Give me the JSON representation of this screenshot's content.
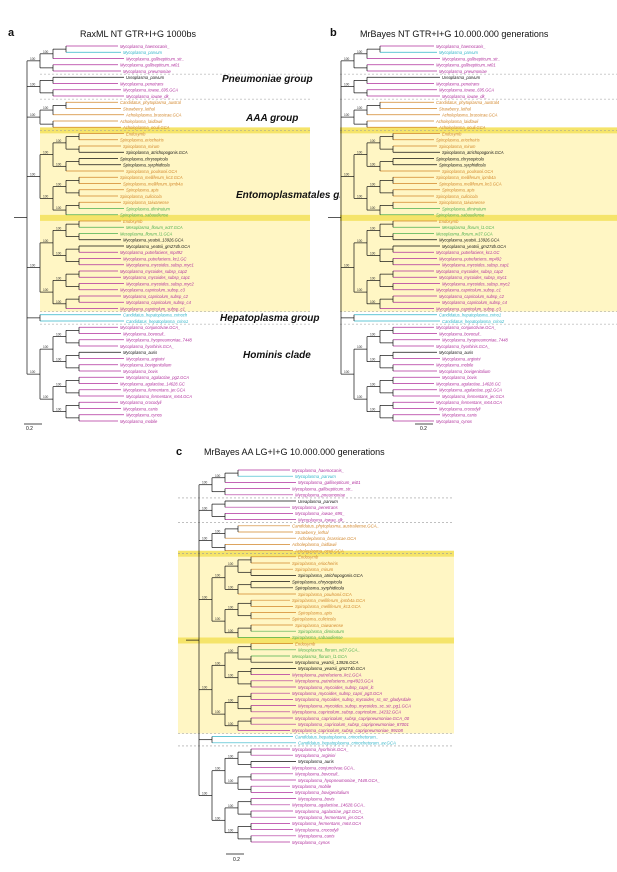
{
  "colors": {
    "black": "#111111",
    "magenta": "#b1309d",
    "cyan": "#2fb4c8",
    "orange": "#d2862a",
    "green": "#4caf50",
    "pink": "#d66fb8",
    "band": "#f5e46a",
    "band_fill": "#fff6c4",
    "divider": "#9a9a9a"
  },
  "panels": {
    "a": {
      "letter": "a",
      "title": "RaxML NT GTR+I+G 1000bs",
      "scale": "0.2",
      "groups": {
        "pneumoniae": "Pneumoniae group",
        "aaa": "AAA group",
        "entomo": "Entomoplasmatales group",
        "hepato": "Hepatoplasma group",
        "hominis": "Hominis clade"
      }
    },
    "b": {
      "letter": "b",
      "title": "MrBayes NT GTR+I+G 10.000.000 generations",
      "scale": "0.2"
    },
    "c": {
      "letter": "c",
      "title": "MrBayes AA LG+I+G 10.000.000 generations",
      "scale": "0.2"
    }
  },
  "taxa_a": [
    [
      "Mycoplasma_haemocanis_",
      "magenta"
    ],
    [
      "Mycoplasma_parvum",
      "cyan"
    ],
    [
      "Mycoplasma_gallisepticum_str_",
      "magenta"
    ],
    [
      "Mycoplasma_gallisepticum_wi01",
      "magenta"
    ],
    [
      "Mycoplasma_pneumoniae",
      "magenta"
    ],
    [
      "Ureaplasma_parvum",
      "black"
    ],
    [
      "Mycoplasma_penetrans",
      "magenta"
    ],
    [
      "Mycoplasma_iowae_695.GCA",
      "magenta"
    ],
    [
      "Mycoplasma_iowae_dk_",
      "magenta"
    ],
    [
      "Candidatus_phytoplasma_austral",
      "orange"
    ],
    [
      "Strawberry_lethal",
      "orange"
    ],
    [
      "Acholeplasma_brassicae.GCA",
      "orange"
    ],
    [
      "Acholeplasma_laidlawii",
      "orange"
    ],
    [
      "Acholeplasma_oculi.GCA",
      "orange"
    ],
    [
      "Endosymb",
      "orange"
    ],
    [
      "Spiroplasma_eriocheiris",
      "orange"
    ],
    [
      "Spiroplasma_mirum",
      "orange"
    ],
    [
      "Spiroplasma_atrichopogonis.GCA",
      "black"
    ],
    [
      "Spiroplasma_chrysopicola",
      "black"
    ],
    [
      "Spiroplasma_syrphidicola",
      "black"
    ],
    [
      "Spiroplasma_poulsonii.GCA",
      "orange"
    ],
    [
      "Spiroplasma_melliferum_kc3.GCA",
      "orange"
    ],
    [
      "Spiroplasma_melliferum_ipmb4a",
      "orange"
    ],
    [
      "Spiroplasma_apis",
      "orange"
    ],
    [
      "Spiroplasma_culicicola",
      "orange"
    ],
    [
      "Spiroplasma_taiwanense",
      "orange"
    ],
    [
      "Spiroplasma_diminutum",
      "green"
    ],
    [
      "Spiroplasma_sabaudiense",
      "green"
    ],
    [
      "Endosymb",
      "orange"
    ],
    [
      "Mesoplasma_florum_w37.GCA",
      "green"
    ],
    [
      "Mesoplasma_florum_l1.GCA",
      "green"
    ],
    [
      "Mycoplasma_yeatsii_13926.GCA",
      "black"
    ],
    [
      "Mycoplasma_yeatsii_gm274b.GCA",
      "black"
    ],
    [
      "Mycoplasma_putrefaciens_mp492",
      "magenta"
    ],
    [
      "Mycoplasma_putrefaciens_kс1.GC",
      "magenta"
    ],
    [
      "Mycoplasma_mycoides_subsp_myc1",
      "magenta"
    ],
    [
      "Mycoplasma_mycoides_subsp_cap2",
      "magenta"
    ],
    [
      "Mycoplasma_mycoides_subsp_cap1",
      "magenta"
    ],
    [
      "Mycoplasma_mycoides_subsp_myc2",
      "magenta"
    ],
    [
      "Mycoplasma_capricolum_subsp_c3",
      "magenta"
    ],
    [
      "Mycoplasma_capricolum_subsp_c2",
      "magenta"
    ],
    [
      "Mycoplasma_capricolum_subsp_c4",
      "magenta"
    ],
    [
      "Mycoplasma_capricolum_subsp_c1",
      "magenta"
    ],
    [
      "Candidatus_hepatoplasma_crinoch",
      "cyan"
    ],
    [
      "Candidatus_hepatoplasma_crino1",
      "cyan"
    ],
    [
      "Mycoplasma_conjunctivae.GCA_",
      "magenta"
    ],
    [
      "Mycoplasma_bovoculi_",
      "magenta"
    ],
    [
      "Mycoplasma_hyopneumoniae_7448",
      "magenta"
    ],
    [
      "Mycoplasma_hyorhinis.GCA_",
      "magenta"
    ],
    [
      "Mycoplasma_auris",
      "black"
    ],
    [
      "Mycoplasma_arginini",
      "magenta"
    ],
    [
      "Mycoplasma_bovigenitalium",
      "magenta"
    ],
    [
      "Mycoplasma_bovis",
      "magenta"
    ],
    [
      "Mycoplasma_agalactiae_pg2.GCA",
      "magenta"
    ],
    [
      "Mycoplasma_agalactiae_14628.GC",
      "magenta"
    ],
    [
      "Mycoplasma_fermentans_jer.GCA",
      "magenta"
    ],
    [
      "Mycoplasma_fermentans_m64.GCA",
      "magenta"
    ],
    [
      "Mycoplasma_crocodyli",
      "magenta"
    ],
    [
      "Mycoplasma_canis",
      "magenta"
    ],
    [
      "Mycoplasma_cynos",
      "magenta"
    ],
    [
      "Mycoplasma_mobile",
      "magenta"
    ]
  ],
  "taxa_b": [
    [
      "Mycoplasma_haemocanis_",
      "magenta"
    ],
    [
      "Mycoplasma_parvum",
      "cyan"
    ],
    [
      "Mycoplasma_gallisepticum_str_",
      "magenta"
    ],
    [
      "Mycoplasma_gallisepticum_wi01",
      "magenta"
    ],
    [
      "Mycoplasma_pneumoniae",
      "magenta"
    ],
    [
      "Ureaplasma_parvum",
      "black"
    ],
    [
      "Mycoplasma_penetrans",
      "magenta"
    ],
    [
      "Mycoplasma_iowae_695.GCA",
      "magenta"
    ],
    [
      "Mycoplasma_iowae_dk_",
      "magenta"
    ],
    [
      "Candidatus_phytoplasma_austral4",
      "orange"
    ],
    [
      "Strawberry_lethal",
      "orange"
    ],
    [
      "Acholeplasma_brassicae.GCA",
      "orange"
    ],
    [
      "Acholeplasma_laidlawii",
      "orange"
    ],
    [
      "Acholeplasma_oculi.GCA",
      "orange"
    ],
    [
      "Endosymb",
      "orange"
    ],
    [
      "Spiroplasma_eriocheiris",
      "orange"
    ],
    [
      "Spiroplasma_mirum",
      "orange"
    ],
    [
      "Spiroplasma_atrichopogonis.GCA",
      "black"
    ],
    [
      "Spiroplasma_chrysopicola",
      "black"
    ],
    [
      "Spiroplasma_syrphidicola",
      "black"
    ],
    [
      "Spiroplasma_poulsonii.GCA",
      "orange"
    ],
    [
      "Spiroplasma_melliferum_ipmb4a",
      "orange"
    ],
    [
      "Spiroplasma_melliferum_kc3.GCA",
      "orange"
    ],
    [
      "Spiroplasma_apis",
      "orange"
    ],
    [
      "Spiroplasma_culicicola",
      "orange"
    ],
    [
      "Spiroplasma_taiwanense",
      "orange"
    ],
    [
      "Spiroplasma_diminutum",
      "green"
    ],
    [
      "Spiroplasma_sabaudiense",
      "green"
    ],
    [
      "Endosymb",
      "orange"
    ],
    [
      "Mesoplasma_florum_l1.GCA",
      "green"
    ],
    [
      "Mesoplasma_florum_w37.GCA",
      "green"
    ],
    [
      "Mycoplasma_yeatsii_13926.GCA",
      "black"
    ],
    [
      "Mycoplasma_yeatsii_gm274b.GCA",
      "black"
    ],
    [
      "Mycoplasma_putrefaciens_kс1.GC",
      "magenta"
    ],
    [
      "Mycoplasma_putrefaciens_mp492",
      "magenta"
    ],
    [
      "Mycoplasma_mycoides_subsp_cap1",
      "magenta"
    ],
    [
      "Mycoplasma_mycoides_subsp_cap2",
      "magenta"
    ],
    [
      "Mycoplasma_mycoides_subsp_myc1",
      "magenta"
    ],
    [
      "Mycoplasma_mycoides_subsp_myc2",
      "magenta"
    ],
    [
      "Mycoplasma_capricolum_subsp_c1",
      "magenta"
    ],
    [
      "Mycoplasma_capricolum_subsp_c2",
      "magenta"
    ],
    [
      "Mycoplasma_capricolum_subsp_c4",
      "magenta"
    ],
    [
      "Mycoplasma_capricolum_subsp_c3",
      "magenta"
    ],
    [
      "Candidatus_hepatoplasma_crino1",
      "cyan"
    ],
    [
      "Candidatus_hepatoplasma_crino2",
      "cyan"
    ],
    [
      "Mycoplasma_conjunctivae.GCA_",
      "magenta"
    ],
    [
      "Mycoplasma_bovoculi_",
      "magenta"
    ],
    [
      "Mycoplasma_hyopneumoniae_7448",
      "magenta"
    ],
    [
      "Mycoplasma_hyorhinis.GCA_",
      "magenta"
    ],
    [
      "Mycoplasma_auris",
      "black"
    ],
    [
      "Mycoplasma_arginini",
      "magenta"
    ],
    [
      "Mycoplasma_mobile",
      "magenta"
    ],
    [
      "Mycoplasma_bovigenitalium",
      "magenta"
    ],
    [
      "Mycoplasma_bovis",
      "magenta"
    ],
    [
      "Mycoplasma_agalactiae_14628.GC",
      "magenta"
    ],
    [
      "Mycoplasma_agalactiae_pg2.GCA",
      "magenta"
    ],
    [
      "Mycoplasma_fermentans_jer.GCA",
      "magenta"
    ],
    [
      "Mycoplasma_fermentans_m64.GCA",
      "magenta"
    ],
    [
      "Mycoplasma_crocodyli",
      "magenta"
    ],
    [
      "Mycoplasma_canis",
      "magenta"
    ],
    [
      "Mycoplasma_cynos",
      "magenta"
    ]
  ],
  "taxa_c": [
    [
      "Mycoplasma_haemocanis_",
      "magenta"
    ],
    [
      "Mycoplasma_parvum",
      "cyan"
    ],
    [
      "Mycoplasma_gallisepticum_wi01",
      "magenta"
    ],
    [
      "Mycoplasma_gallisepticum_str_",
      "magenta"
    ],
    [
      "Mycoplasma_pneumoniae",
      "magenta"
    ],
    [
      "Ureaplasma_parvum",
      "black"
    ],
    [
      "Mycoplasma_penetrans",
      "magenta"
    ],
    [
      "Mycoplasma_iowae_695_",
      "magenta"
    ],
    [
      "Mycoplasma_iowae_dk_",
      "magenta"
    ],
    [
      "Candidatus_phytoplasma_australiense.GCA_",
      "orange"
    ],
    [
      "Strawberry_lethal",
      "orange"
    ],
    [
      "Acholeplasma_brassicae.GCA",
      "orange"
    ],
    [
      "Acholeplasma_laidlawii",
      "orange"
    ],
    [
      "Acholeplasma_oculi.GCA",
      "orange"
    ],
    [
      "Endosymb",
      "orange"
    ],
    [
      "Spiroplasma_eriocheiris",
      "orange"
    ],
    [
      "Spiroplasma_mirum",
      "orange"
    ],
    [
      "Spiroplasma_atrichopogonis.GCA",
      "black"
    ],
    [
      "Spiroplasma_chrysopicola",
      "black"
    ],
    [
      "Spiroplasma_syrphidicola",
      "black"
    ],
    [
      "Spiroplasma_poulsonii.GCA",
      "orange"
    ],
    [
      "Spiroplasma_melliferum_ipmb4a.GCA",
      "orange"
    ],
    [
      "Spiroplasma_melliferum_kc3.GCA",
      "orange"
    ],
    [
      "Spiroplasma_apis",
      "orange"
    ],
    [
      "Spiroplasma_culicicola",
      "orange"
    ],
    [
      "Spiroplasma_taiwanense",
      "orange"
    ],
    [
      "Spiroplasma_diminutum",
      "green"
    ],
    [
      "Spiroplasma_sabaudiense",
      "green"
    ],
    [
      "Endosymb",
      "orange"
    ],
    [
      "Mesoplasma_florum_w37.GCA_",
      "green"
    ],
    [
      "Mesoplasma_florum_l1.GCA",
      "green"
    ],
    [
      "Mycoplasma_yeatsii_13926.GCA",
      "black"
    ],
    [
      "Mycoplasma_yeatsii_gm274b.GCA",
      "black"
    ],
    [
      "Mycoplasma_putrefaciens_kс1.GCA",
      "magenta"
    ],
    [
      "Mycoplasma_putrefaciens_mp4923.GCA",
      "magenta"
    ],
    [
      "Mycoplasma_mycoides_subsp_capri_lc",
      "magenta"
    ],
    [
      "Mycoplasma_mycoides_subsp_capri_pg3.GCA",
      "magenta"
    ],
    [
      "Mycoplasma_mycoides_subsp_mycoides_sc_str_gladysdale",
      "magenta"
    ],
    [
      "Mycoplasma_mycoides_subsp_mycoides_sc_str_pg1.GCA",
      "magenta"
    ],
    [
      "Mycoplasma_capricolum_subsp_capricolum_14232.GCA",
      "magenta"
    ],
    [
      "Mycoplasma_capricolum_subsp_capripneumoniae.GCA_00",
      "magenta"
    ],
    [
      "Mycoplasma_capricolum_subsp_capripneumoniae_87001",
      "magenta"
    ],
    [
      "Mycoplasma_capricolum_subsp_capripneumoniae_99108",
      "magenta"
    ],
    [
      "Candidatus_hepatoplasma_crinochetorum_",
      "cyan"
    ],
    [
      "Candidatus_hepatoplasma_crinochetorum_av.GCA",
      "cyan"
    ],
    [
      "Mycoplasma_hyorhinis.GCA_",
      "magenta"
    ],
    [
      "Mycoplasma_arginini",
      "magenta"
    ],
    [
      "Mycoplasma_auris",
      "black"
    ],
    [
      "Mycoplasma_conjunctivae.GCA_",
      "magenta"
    ],
    [
      "Mycoplasma_bovoculi_",
      "magenta"
    ],
    [
      "Mycoplasma_hyopneumoniae_7448.GCA_",
      "magenta"
    ],
    [
      "Mycoplasma_mobile",
      "magenta"
    ],
    [
      "Mycoplasma_bovigenitalium",
      "magenta"
    ],
    [
      "Mycoplasma_bovis",
      "magenta"
    ],
    [
      "Mycoplasma_agalactiae_14628.GCA_",
      "magenta"
    ],
    [
      "Mycoplasma_agalactiae_pg2.GCA_",
      "magenta"
    ],
    [
      "Mycoplasma_fermentans_jer.GCA",
      "magenta"
    ],
    [
      "Mycoplasma_fermentans_m64.GCA",
      "magenta"
    ],
    [
      "Mycoplasma_crocodyli",
      "magenta"
    ],
    [
      "Mycoplasma_canis",
      "magenta"
    ],
    [
      "Mycoplasma_cynos",
      "magenta"
    ]
  ],
  "support_values": [
    "100",
    "100",
    "100",
    "100",
    "100",
    "100",
    "100",
    "100",
    "100",
    "100",
    "100",
    "100",
    "100",
    "100",
    "100",
    "100",
    "100",
    "100",
    "97",
    "100",
    "100",
    "100",
    "100",
    "100",
    "100",
    "100",
    "100",
    "100",
    "100",
    "100",
    "100",
    "100",
    "93",
    "100",
    "100",
    "100",
    "100",
    "100",
    "100",
    "100",
    "100",
    "100",
    "100",
    "100",
    "100",
    "100",
    "100",
    "100",
    "100",
    "100",
    "100",
    "100",
    "100",
    "100",
    "100",
    "100",
    "100",
    "100",
    "100",
    "100"
  ]
}
